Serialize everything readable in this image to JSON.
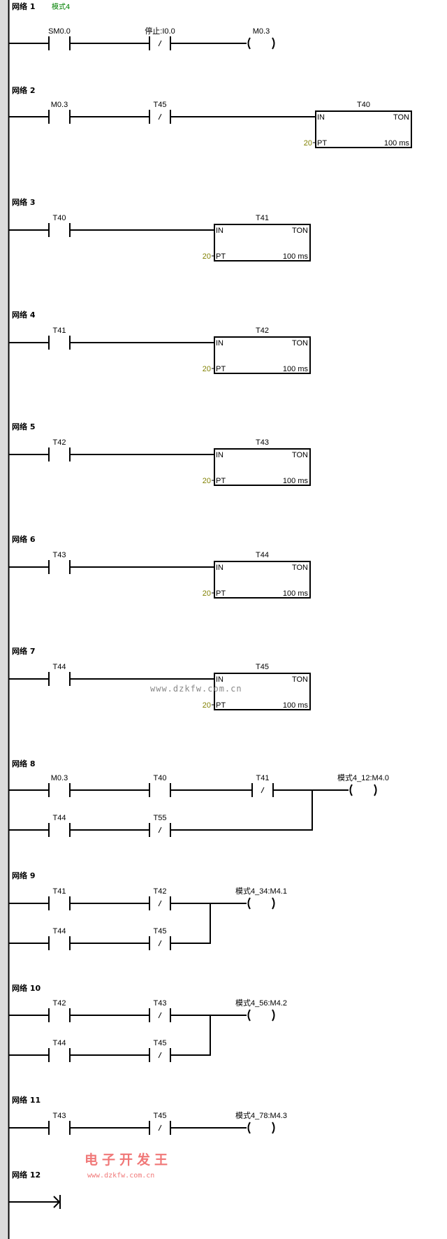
{
  "networks": [
    {
      "label": "网络 1",
      "comment": "模式4",
      "rungs": [
        {
          "contacts": [
            {
              "addr": "SM0.0",
              "nc": false
            },
            {
              "addr": "停止:I0.0",
              "nc": true
            }
          ]
        }
      ],
      "output": {
        "kind": "coil",
        "addr": "M0.3"
      }
    },
    {
      "label": "网络 2",
      "rungs": [
        {
          "contacts": [
            {
              "addr": "M0.3",
              "nc": false
            },
            {
              "addr": "T45",
              "nc": true
            }
          ]
        }
      ],
      "output": {
        "kind": "box",
        "name": "T40",
        "type": "TON",
        "in": "IN",
        "pt": "PT",
        "preset": "20",
        "base": "100 ms"
      }
    },
    {
      "label": "网络 3",
      "rungs": [
        {
          "contacts": [
            {
              "addr": "T40",
              "nc": false
            }
          ]
        }
      ],
      "output": {
        "kind": "box",
        "name": "T41",
        "type": "TON",
        "in": "IN",
        "pt": "PT",
        "preset": "20",
        "base": "100 ms"
      }
    },
    {
      "label": "网络 4",
      "rungs": [
        {
          "contacts": [
            {
              "addr": "T41",
              "nc": false
            }
          ]
        }
      ],
      "output": {
        "kind": "box",
        "name": "T42",
        "type": "TON",
        "in": "IN",
        "pt": "PT",
        "preset": "20",
        "base": "100 ms"
      }
    },
    {
      "label": "网络 5",
      "rungs": [
        {
          "contacts": [
            {
              "addr": "T42",
              "nc": false
            }
          ]
        }
      ],
      "output": {
        "kind": "box",
        "name": "T43",
        "type": "TON",
        "in": "IN",
        "pt": "PT",
        "preset": "20",
        "base": "100 ms"
      }
    },
    {
      "label": "网络 6",
      "rungs": [
        {
          "contacts": [
            {
              "addr": "T43",
              "nc": false
            }
          ]
        }
      ],
      "output": {
        "kind": "box",
        "name": "T44",
        "type": "TON",
        "in": "IN",
        "pt": "PT",
        "preset": "20",
        "base": "100 ms"
      }
    },
    {
      "label": "网络 7",
      "rungs": [
        {
          "contacts": [
            {
              "addr": "T44",
              "nc": false
            }
          ]
        }
      ],
      "output": {
        "kind": "box",
        "name": "T45",
        "type": "TON",
        "in": "IN",
        "pt": "PT",
        "preset": "20",
        "base": "100 ms"
      }
    },
    {
      "label": "网络 8",
      "rungs": [
        {
          "contacts": [
            {
              "addr": "M0.3",
              "nc": false
            },
            {
              "addr": "T40",
              "nc": false
            },
            {
              "addr": "T41",
              "nc": true
            }
          ]
        },
        {
          "contacts": [
            {
              "addr": "T44",
              "nc": false
            },
            {
              "addr": "T55",
              "nc": true
            }
          ]
        }
      ],
      "output": {
        "kind": "coil",
        "addr": "模式4_12:M4.0"
      }
    },
    {
      "label": "网络 9",
      "rungs": [
        {
          "contacts": [
            {
              "addr": "T41",
              "nc": false
            },
            {
              "addr": "T42",
              "nc": true
            }
          ]
        },
        {
          "contacts": [
            {
              "addr": "T44",
              "nc": false
            },
            {
              "addr": "T45",
              "nc": true
            }
          ]
        }
      ],
      "output": {
        "kind": "coil",
        "addr": "模式4_34:M4.1"
      }
    },
    {
      "label": "网络 10",
      "rungs": [
        {
          "contacts": [
            {
              "addr": "T42",
              "nc": false
            },
            {
              "addr": "T43",
              "nc": true
            }
          ]
        },
        {
          "contacts": [
            {
              "addr": "T44",
              "nc": false
            },
            {
              "addr": "T45",
              "nc": true
            }
          ]
        }
      ],
      "output": {
        "kind": "coil",
        "addr": "模式4_56:M4.2"
      }
    },
    {
      "label": "网络 11",
      "rungs": [
        {
          "contacts": [
            {
              "addr": "T43",
              "nc": false
            },
            {
              "addr": "T45",
              "nc": true
            }
          ]
        }
      ],
      "output": {
        "kind": "coil",
        "addr": "模式4_78:M4.3"
      }
    },
    {
      "label": "网络 12",
      "rungs": [],
      "output": {
        "kind": "end"
      }
    }
  ],
  "watermarks": {
    "center_url": "www.dzkfw.com.cn",
    "brand": "电子开发王",
    "brand_url": "www.dzkfw.com.cn"
  }
}
